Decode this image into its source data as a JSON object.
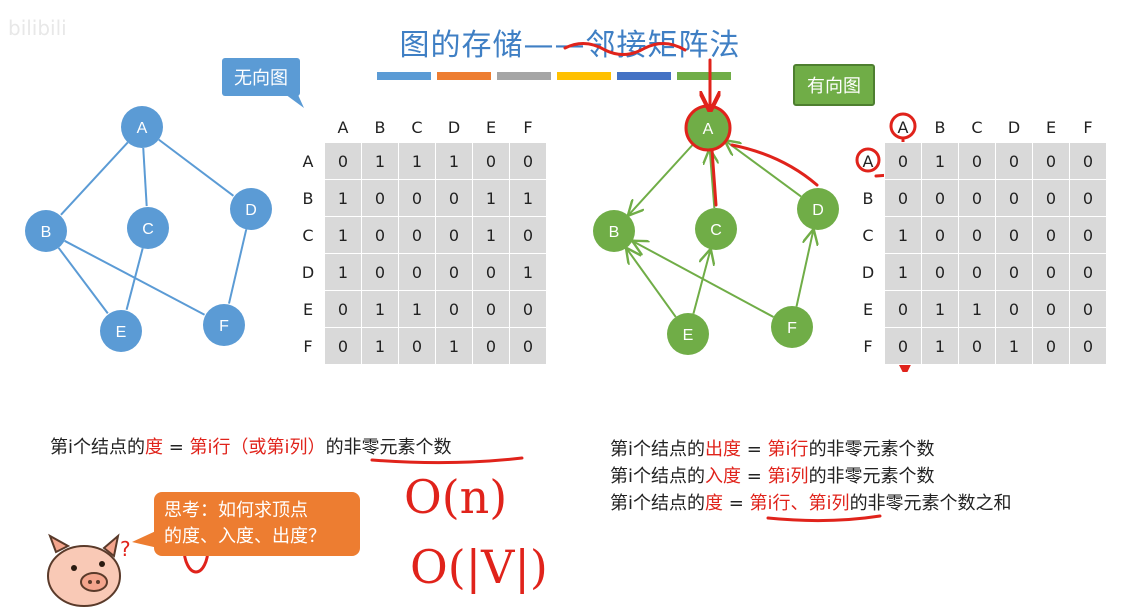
{
  "watermark": "bilibili",
  "title": "图的存储——邻接矩阵法",
  "colors": {
    "title": "#3f7fc4",
    "undirected_node": "#5b9bd5",
    "directed_node": "#70ad47",
    "highlight": "#e0231b",
    "think_box": "#ed7d31",
    "strip": [
      "#5b9bd5",
      "#ed7d31",
      "#a5a5a5",
      "#ffc000",
      "#4472c4",
      "#70ad47"
    ]
  },
  "undirected": {
    "label": "无向图",
    "nodes": [
      "A",
      "B",
      "C",
      "D",
      "E",
      "F"
    ],
    "edges": [
      [
        "A",
        "B"
      ],
      [
        "A",
        "C"
      ],
      [
        "A",
        "D"
      ],
      [
        "B",
        "E"
      ],
      [
        "B",
        "F"
      ],
      [
        "C",
        "E"
      ],
      [
        "D",
        "F"
      ]
    ],
    "matrix": {
      "cols": [
        "A",
        "B",
        "C",
        "D",
        "E",
        "F"
      ],
      "rows": [
        {
          "label": "A",
          "values": [
            "0",
            "1",
            "1",
            "1",
            "0",
            "0"
          ]
        },
        {
          "label": "B",
          "values": [
            "1",
            "0",
            "0",
            "0",
            "1",
            "1"
          ]
        },
        {
          "label": "C",
          "values": [
            "1",
            "0",
            "0",
            "0",
            "1",
            "0"
          ]
        },
        {
          "label": "D",
          "values": [
            "1",
            "0",
            "0",
            "0",
            "0",
            "1"
          ]
        },
        {
          "label": "E",
          "values": [
            "0",
            "1",
            "1",
            "0",
            "0",
            "0"
          ]
        },
        {
          "label": "F",
          "values": [
            "0",
            "1",
            "0",
            "1",
            "0",
            "0"
          ]
        }
      ]
    },
    "formula": {
      "prefix": "第i个结点的",
      "term": "度",
      "eq": " = ",
      "rows_text": "第i行（或第i列）",
      "suffix": "的非零元素个数"
    }
  },
  "directed": {
    "label": "有向图",
    "nodes": [
      "A",
      "B",
      "C",
      "D",
      "E",
      "F"
    ],
    "arcs": [
      [
        "A",
        "B"
      ],
      [
        "C",
        "A"
      ],
      [
        "D",
        "A"
      ],
      [
        "E",
        "B"
      ],
      [
        "E",
        "C"
      ],
      [
        "F",
        "B"
      ],
      [
        "F",
        "D"
      ]
    ],
    "matrix": {
      "cols": [
        "A",
        "B",
        "C",
        "D",
        "E",
        "F"
      ],
      "rows": [
        {
          "label": "A",
          "values": [
            "0",
            "1",
            "0",
            "0",
            "0",
            "0"
          ]
        },
        {
          "label": "B",
          "values": [
            "0",
            "0",
            "0",
            "0",
            "0",
            "0"
          ]
        },
        {
          "label": "C",
          "values": [
            "1",
            "0",
            "0",
            "0",
            "0",
            "0"
          ]
        },
        {
          "label": "D",
          "values": [
            "1",
            "0",
            "0",
            "0",
            "0",
            "0"
          ]
        },
        {
          "label": "E",
          "values": [
            "0",
            "1",
            "1",
            "0",
            "0",
            "0"
          ]
        },
        {
          "label": "F",
          "values": [
            "0",
            "1",
            "0",
            "1",
            "0",
            "0"
          ]
        }
      ]
    },
    "formulas": [
      {
        "prefix": "第i个结点的",
        "term": "出度",
        "eq": " = ",
        "rows_text": "第i行",
        "suffix": "的非零元素个数"
      },
      {
        "prefix": "第i个结点的",
        "term": "入度",
        "eq": " = ",
        "rows_text": "第i列",
        "suffix": "的非零元素个数"
      },
      {
        "prefix": "第i个结点的",
        "term": "度",
        "eq": " = ",
        "rows_text": "第i行、第i列",
        "suffix": "的非零元素个数之和"
      }
    ]
  },
  "think": {
    "line1": "思考：如何求顶点",
    "line2": "的度、入度、出度？"
  },
  "handwriting": {
    "complexity1": "O(n)",
    "complexity2": "O(|V|)"
  },
  "mascot": {
    "question_mark": "?"
  }
}
